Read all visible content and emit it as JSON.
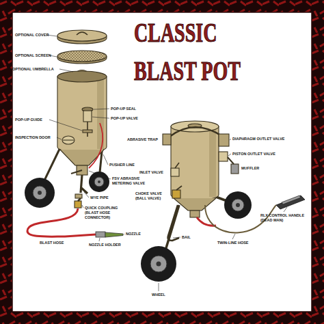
{
  "diagram": {
    "title": "CLASSIC BLAST POT",
    "labels": [
      "OPTIONAL COVER",
      "OPTIONAL SCREEN",
      "OPTIONAL UMBRELLA",
      "POP-UP SEAL",
      "POP-UP VALVE",
      "POP-UP GUIDE",
      "INSPECTION DOOR",
      "PUSHER LINE",
      "FSV ABRASIVE METERING VALVE",
      "WYE PIPE",
      "QUICK COUPLING (BLAST HOSE CONNECTOR)",
      "NOZZLE",
      "BLAST HOSE",
      "NOZZLE HOLDER",
      "ABRASIVE TRAP",
      "DIAPHRAGM OUTLET VALVE",
      "PISTON OUTLET VALVE",
      "MUFFLER",
      "INLET VALVE",
      "CHOKE VALVE (BALL VALVE)",
      "BAIL",
      "WHEEL",
      "TWIN-LINE HOSE",
      "RLX CONTROL HANDLE (DEAD MAN)"
    ]
  }
}
